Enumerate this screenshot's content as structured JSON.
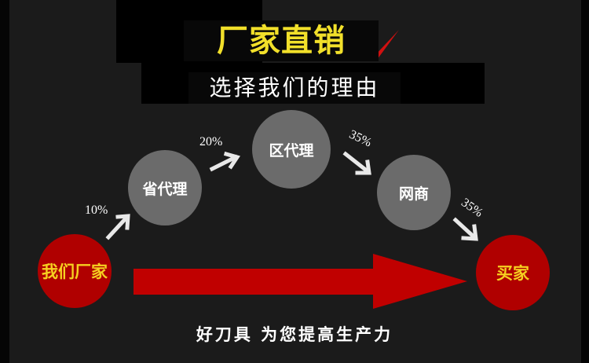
{
  "header": {
    "title": "厂家直销",
    "subtitle": "选择我们的理由"
  },
  "nodes": {
    "factory": "我们厂家",
    "province": "省代理",
    "district": "区代理",
    "online": "网商",
    "buyer": "买家"
  },
  "markups": [
    "10%",
    "20%",
    "35%",
    "35%"
  ],
  "slogan": "好刀具 为您提高生产力",
  "colors": {
    "accent_red": "#b00000",
    "title_yellow": "#f2e02a",
    "node_grey": "#6b6b6b"
  }
}
